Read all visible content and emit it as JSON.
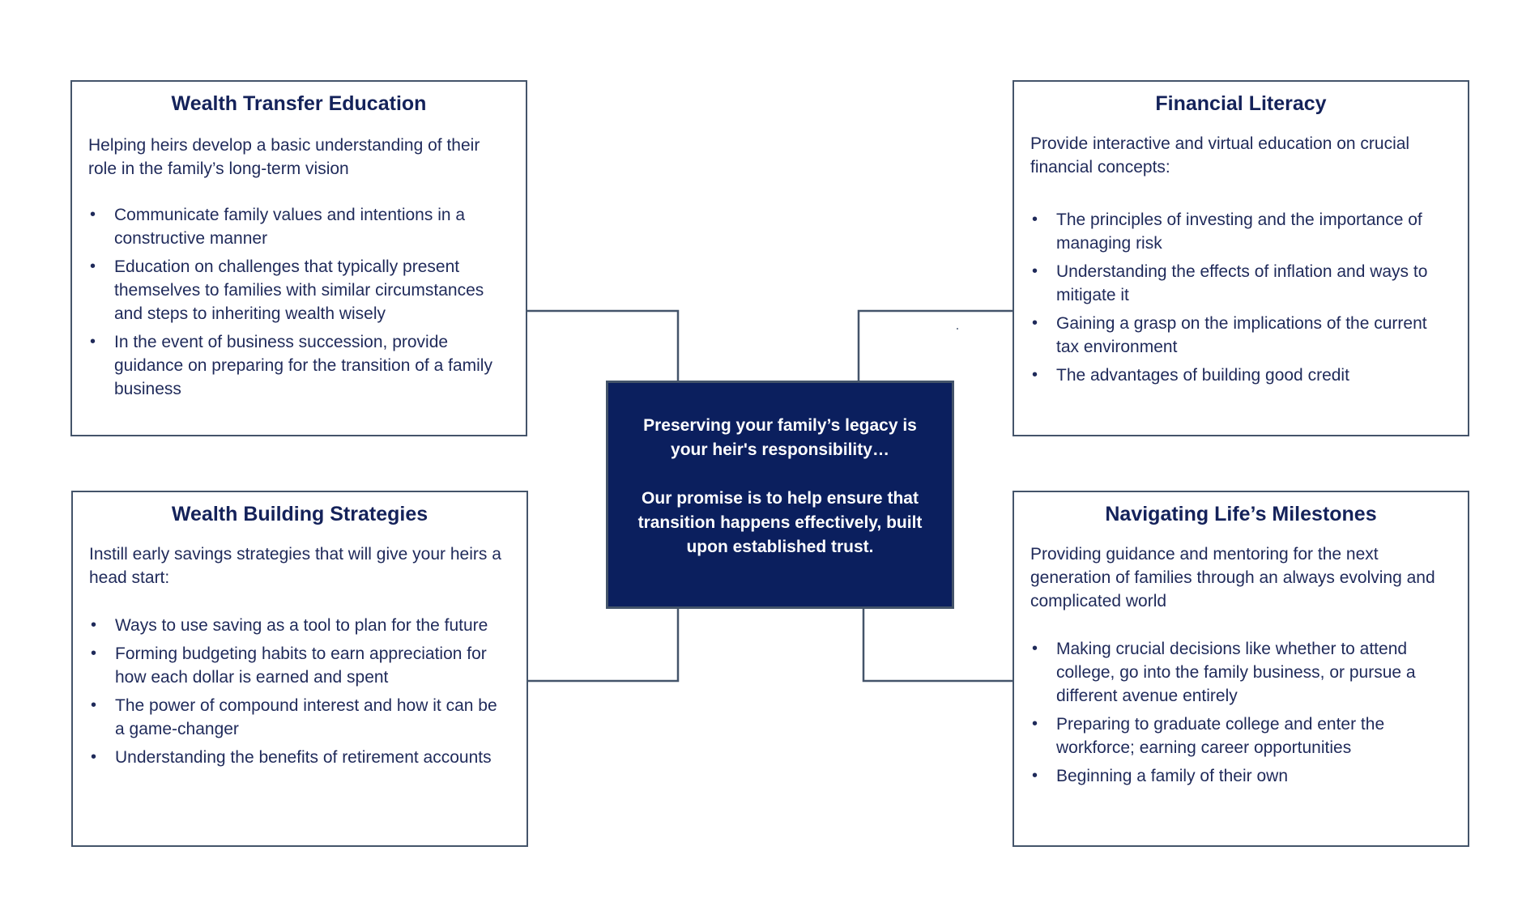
{
  "center": {
    "line1": "Preserving your family’s legacy is your heir's responsibility…",
    "line2": "Our promise is to help ensure that transition happens effectively, built upon established trust."
  },
  "boxes": {
    "wealth_transfer": {
      "title": "Wealth Transfer Education",
      "intro": "Helping heirs develop a basic understanding of their role in the family’s long-term vision",
      "bullets": [
        "Communicate family values and intentions in a constructive manner",
        "Education on challenges that typically present themselves to families with similar circumstances and steps to inheriting wealth wisely",
        "In the event of business succession, provide guidance on preparing for the transition of a family business"
      ]
    },
    "financial_literacy": {
      "title": "Financial Literacy",
      "intro": "Provide interactive and virtual education on crucial financial concepts:",
      "bullets": [
        "The principles of investing and the importance of managing risk",
        "Understanding the effects of inflation and ways to mitigate it",
        "Gaining a grasp on the implications of the current tax environment",
        "The advantages of building good credit"
      ]
    },
    "wealth_building": {
      "title": "Wealth Building Strategies",
      "intro": "Instill early savings strategies that will give your heirs a head start:",
      "bullets": [
        "Ways to use saving as a tool to plan for the future",
        "Forming budgeting habits to earn appreciation for how each dollar is earned and spent",
        "The power of compound interest and how it can be a game-changer",
        "Understanding the benefits of retirement accounts"
      ]
    },
    "life_milestones": {
      "title": "Navigating Life’s Milestones",
      "intro": "Providing guidance and mentoring for the next generation of families through an always evolving and complicated world",
      "bullets": [
        "Making crucial decisions like whether to attend college, go into the family business, or pursue a different avenue entirely",
        "Preparing to graduate college and enter the workforce; earning career opportunities",
        "Beginning a family of their own"
      ]
    }
  },
  "bullet_glyph": "•",
  "colors": {
    "center_fill": "#0b1f5e",
    "border": "#44546a",
    "text": "#1f2a5a",
    "title": "#14225a"
  }
}
